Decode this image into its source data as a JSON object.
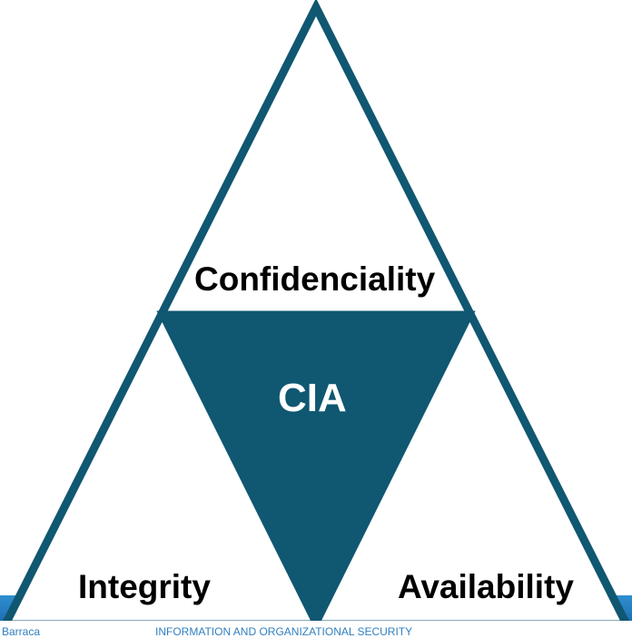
{
  "diagram": {
    "labels": {
      "top": "Confidenciality",
      "center": "CIA",
      "left": "Integrity",
      "right": "Availability"
    },
    "colors": {
      "outline": "#105771",
      "center_fill": "#105771",
      "center_text": "#ffffff",
      "side_text": "#000000"
    }
  },
  "footer": {
    "author": "Barraca",
    "title": "INFORMATION AND ORGANIZATIONAL SECURITY",
    "bar_color": "#2f8fd0"
  }
}
